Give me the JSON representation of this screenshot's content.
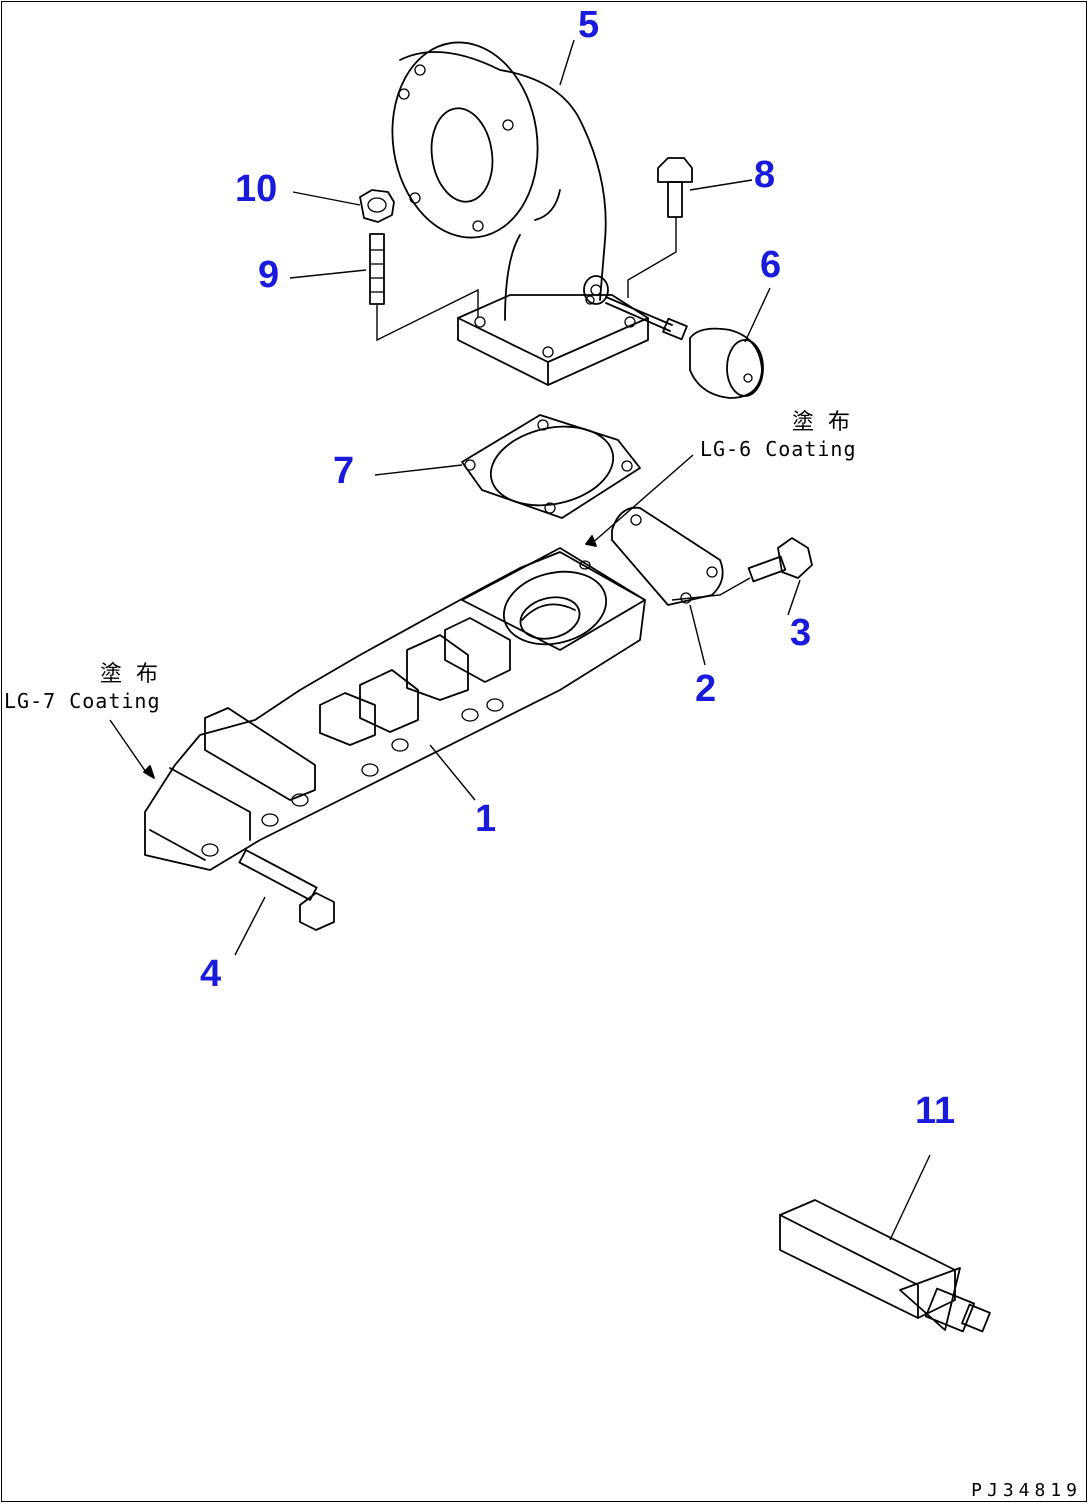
{
  "callouts": {
    "c1": "1",
    "c2": "2",
    "c3": "3",
    "c4": "4",
    "c5": "5",
    "c6": "6",
    "c7": "7",
    "c8": "8",
    "c9": "9",
    "c10": "10",
    "c11": "11"
  },
  "notes": {
    "lg6_jp": "塗布",
    "lg6_en": "LG-6 Coating",
    "lg7_jp": "塗布",
    "lg7_en": "LG-7 Coating"
  },
  "drawing_number": "PJ34819",
  "colors": {
    "callout": "#1a1adc",
    "line": "#000000"
  }
}
